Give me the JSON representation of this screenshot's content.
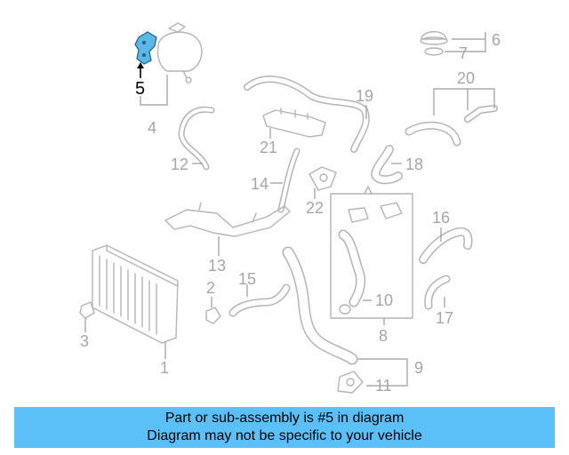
{
  "callouts": {
    "c1": "1",
    "c2": "2",
    "c3": "3",
    "c4": "4",
    "c5": "5",
    "c6": "6",
    "c7": "7",
    "c8": "8",
    "c9": "9",
    "c10": "10",
    "c11": "11",
    "c12": "12",
    "c13": "13",
    "c14": "14",
    "c15": "15",
    "c16": "16",
    "c17": "17",
    "c18": "18",
    "c19": "19",
    "c20": "20",
    "c21": "21",
    "c22": "22"
  },
  "highlight_part": "5",
  "colors": {
    "highlight_fill": "#5bb8e6",
    "banner_bg": "#5bc0f8",
    "line_art": "#b4b4b4",
    "callout_text": "#a6a6a6"
  },
  "banner": {
    "line1": "Part or sub-assembly is #5 in diagram",
    "line2": "Diagram may not be specific to your vehicle"
  }
}
